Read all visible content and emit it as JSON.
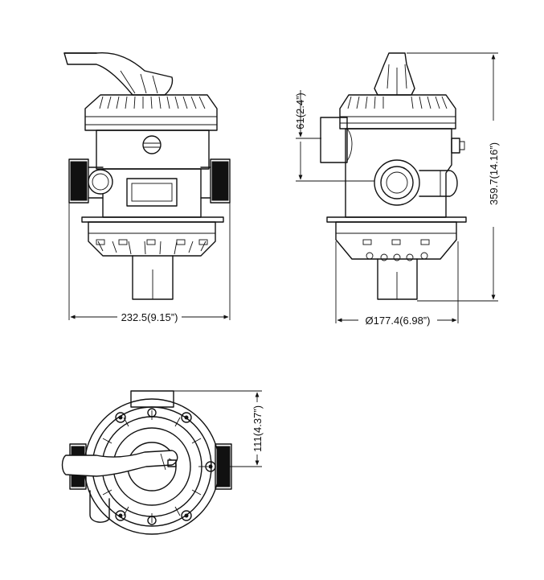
{
  "dimensions": {
    "overall_width": "232.5(9.15”)",
    "base_diameter": "Ø177.4(6.98”)",
    "overall_height": "359.7(14.16”)",
    "port_height": "61(2.4”)",
    "top_offset": "111(4.37”)"
  },
  "views": [
    "front-view",
    "side-view",
    "top-view"
  ],
  "colors": {
    "line": "#111111",
    "background": "#ffffff"
  }
}
